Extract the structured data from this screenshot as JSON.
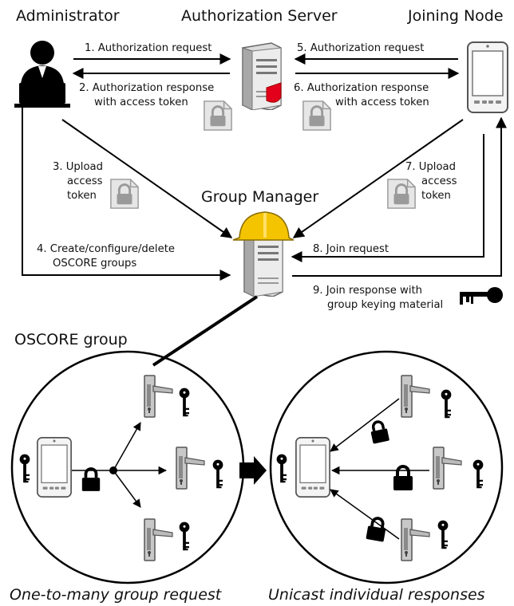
{
  "actors": {
    "administrator": "Administrator",
    "authorization_server": "Authorization Server",
    "joining_node": "Joining Node",
    "group_manager": "Group Manager"
  },
  "steps": {
    "s1": "1. Authorization request",
    "s2a": "2. Authorization response",
    "s2b": "with access token",
    "s3a": "3. Upload",
    "s3b": "access",
    "s3c": "token",
    "s4a": "4. Create/configure/delete",
    "s4b": "OSCORE groups",
    "s5": "5. Authorization request",
    "s6a": "6. Authorization response",
    "s6b": "with access token",
    "s7a": "7. Upload",
    "s7b": "access",
    "s7c": "token",
    "s8": "8. Join request",
    "s9a": "9. Join response with",
    "s9b": "group keying material"
  },
  "group": {
    "title": "OSCORE group",
    "left_caption": "One-to-many group request",
    "right_caption": "Unicast individual responses"
  },
  "colors": {
    "line": "#000000",
    "helmet": "#f5c400",
    "shield": "#e3001b",
    "token_doc": "#e6e6e6",
    "lock_gray": "#9a9a9a"
  }
}
